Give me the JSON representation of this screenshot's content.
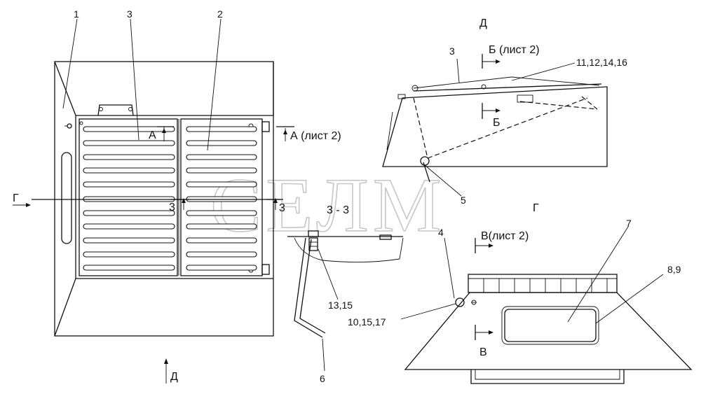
{
  "watermark": "СЕЛМ",
  "views": {
    "top_label": "Д",
    "side_label": "Г",
    "section_label": "3 - 3"
  },
  "callouts": {
    "c1": "1",
    "c2": "2",
    "c3_front": "3",
    "c3_top": "3",
    "c4": "4",
    "c5": "5",
    "c6": "6",
    "c7": "7",
    "c8_9": "8,9",
    "c10_15_17": "10,15,17",
    "c11_16": "11,12,14,16",
    "c13_15": "13,15"
  },
  "section_marks": {
    "a_small": "А",
    "a_ref": "А (лист 2)",
    "cut3_left": "3",
    "cut3_right": "3",
    "g_arrow": "Г",
    "d_arrow": "Д",
    "b_ref": "Б (лист 2)",
    "b_low": "Б",
    "v_ref": "В(лист 2)",
    "v_low": "В"
  },
  "colors": {
    "line": "#111111",
    "watermark": "#9a9a9a",
    "background": "#ffffff"
  }
}
